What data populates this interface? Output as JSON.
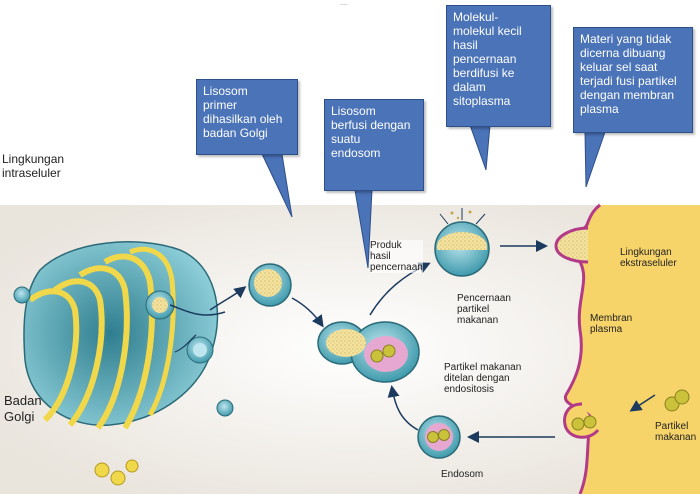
{
  "top_mark": "....",
  "callouts": {
    "lisosom_primer": "Lisosom\nprimer\ndihasilkan oleh\nbadan Golgi",
    "lisosom_berfusi": "Lisosom\nberfusi dengan\nsuatu\nendosom",
    "molekul_kecil": "Molekul-\nmolekul kecil\nhasil\npencernaan\nberdifusi ke\ndalam\nsitoplasma",
    "materi": "Materi yang tidak\ndicerna dibuang\nkeluar sel saat\nterjadi fusi partikel\ndengan membran\nplasma"
  },
  "labels": {
    "lingkungan_intraseluler": "Lingkungan\nintraseluler",
    "badan_golgi": "Badan\nGolgi",
    "produk_hasil": "Produk\nhasil\npencernaan",
    "pencernaan_partikel": "Pencernaan\npartikel\nmakanan",
    "lingkungan_ekstraseluler": "Lingkungan\nekstraseluler",
    "membran_plasma": "Membran\nplasma",
    "partikel_ditelan": "Partikel  makanan\nditelan dengan\nendositosis",
    "partikel_makanan": "Partikel\nmakanan",
    "endosom": "Endosom"
  },
  "colors": {
    "callout": "#4a73b8",
    "cytoplasm": "#f3efe9",
    "extracellular": "#f7d46a",
    "golgi": "#6fb3c0",
    "golgi_membrane": "#f0d84a",
    "lysosome_content": "#f3e3a0",
    "endosome_inner": "#e6a8d0",
    "particle": "#c9c23a"
  }
}
